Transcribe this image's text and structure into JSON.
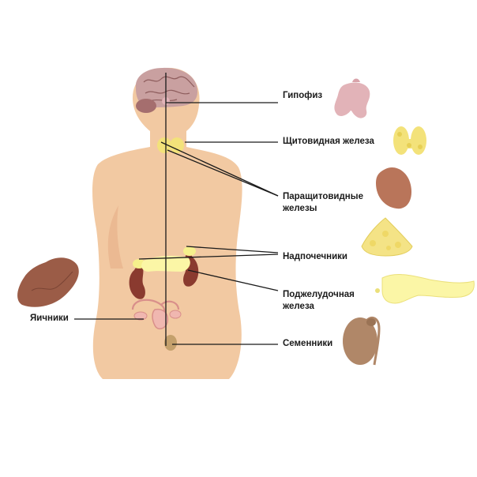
{
  "labels": {
    "pituitary": "Гипофиз",
    "thyroid": "Щитовидная железа",
    "parathyroid_1": "Паращитовидные",
    "parathyroid_2": "железы",
    "adrenal": "Надпочечники",
    "pancreas_1": "Поджелудочная",
    "pancreas_2": "железа",
    "testes": "Семенники",
    "ovaries": "Яичники"
  },
  "colors": {
    "skin": "#f2c9a2",
    "brain": "#c9a0a0",
    "pituitary": "#e2b3b8",
    "thyroid": "#f3e27a",
    "adrenal": "#f6f08c",
    "kidney": "#8a3a2f",
    "pancreas": "#fbf6a6",
    "ovary": "#9b5c47",
    "testis": "#b08768",
    "line": "#1a1a1a"
  }
}
